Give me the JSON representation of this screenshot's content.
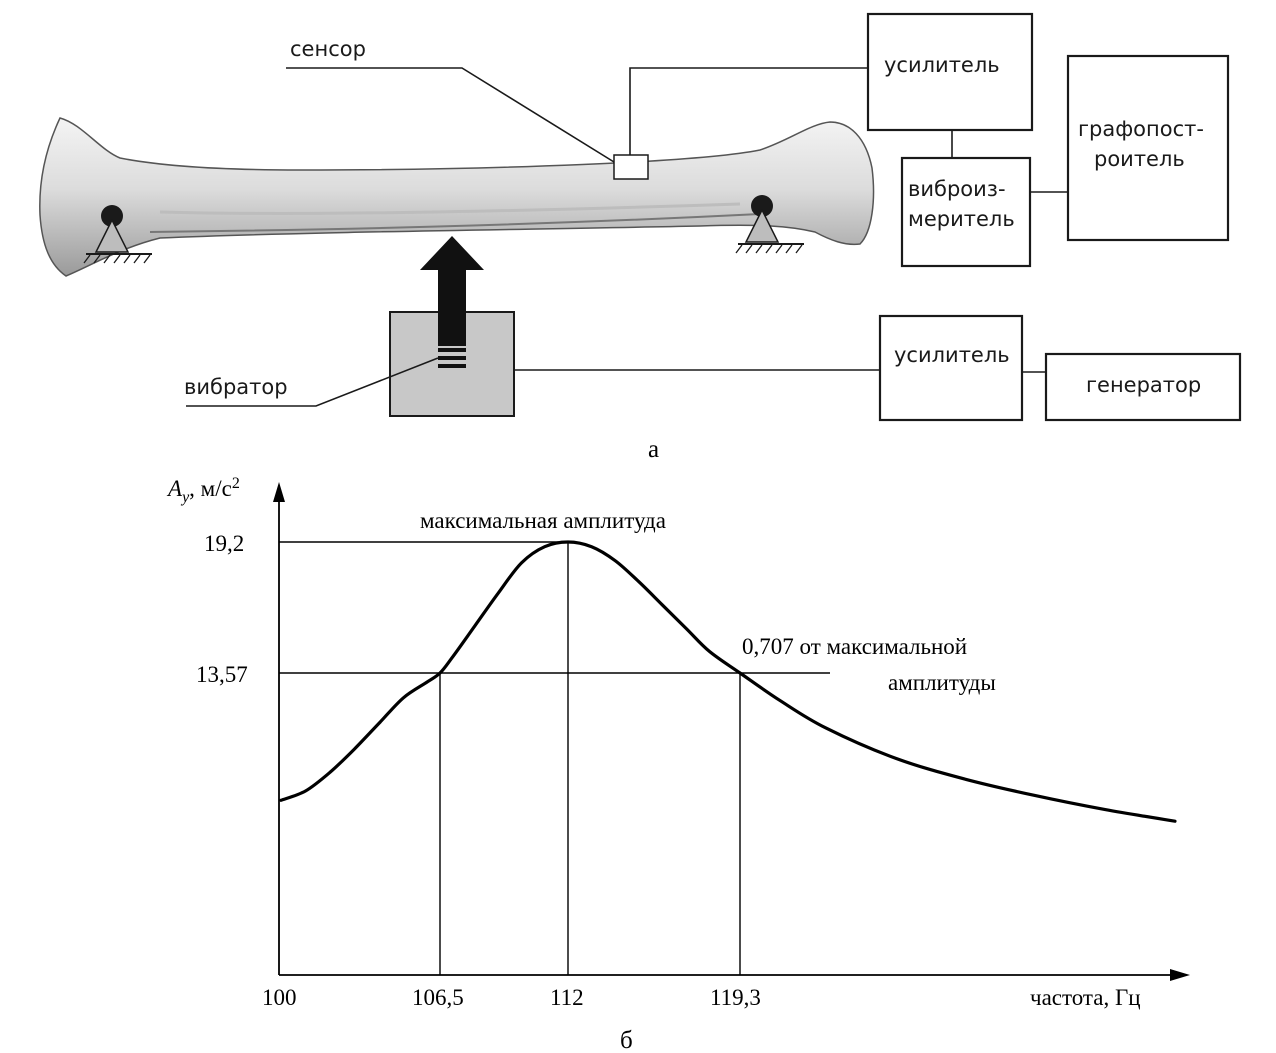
{
  "diagram": {
    "sensor_label": "сенсор",
    "vibrator_label": "вибратор",
    "amplifier_top_label": "усилитель",
    "vibrometer_label_line1": "виброиз-",
    "vibrometer_label_line2": "меритель",
    "plotter_label_line1": "графопост-",
    "plotter_label_line2": "роитель",
    "amplifier_bottom_label": "усилитель",
    "generator_label": "генератор",
    "caption": "а"
  },
  "chart": {
    "caption": "б"
  },
  "chart_data": {
    "type": "line",
    "ylabel_main": "A",
    "ylabel_sub": "y",
    "ylabel_unit": ", м/с",
    "ylabel_sup": "2",
    "xlabel": "частота, Гц",
    "x_ticks": [
      "100",
      "106,5",
      "112",
      "119,3"
    ],
    "y_ticks": [
      "19,2",
      "13,57"
    ],
    "annotations": {
      "peak": "максимальная амплитуда",
      "level_line1": "0,707 от максимальной",
      "level_line2": "амплитуды"
    },
    "x_anchor": [
      100,
      106.5,
      112,
      119.3
    ],
    "y_peak": 19.2,
    "y_level": 13.57,
    "series": [
      {
        "x": [
          100,
          101,
          102,
          103,
          104,
          105,
          106,
          106.5,
          107,
          108,
          109,
          110,
          111,
          112,
          113,
          114,
          115,
          116,
          117,
          118,
          119.3,
          121,
          123,
          126,
          129,
          132,
          135,
          138
        ],
        "values": [
          8.1,
          8.5,
          9.3,
          10.3,
          11.4,
          12.5,
          13.2,
          13.57,
          14.2,
          15.6,
          17.0,
          18.3,
          19.0,
          19.2,
          19.0,
          18.4,
          17.5,
          16.5,
          15.5,
          14.5,
          13.57,
          12.4,
          11.2,
          9.9,
          9.0,
          8.3,
          7.7,
          7.2
        ]
      }
    ]
  }
}
